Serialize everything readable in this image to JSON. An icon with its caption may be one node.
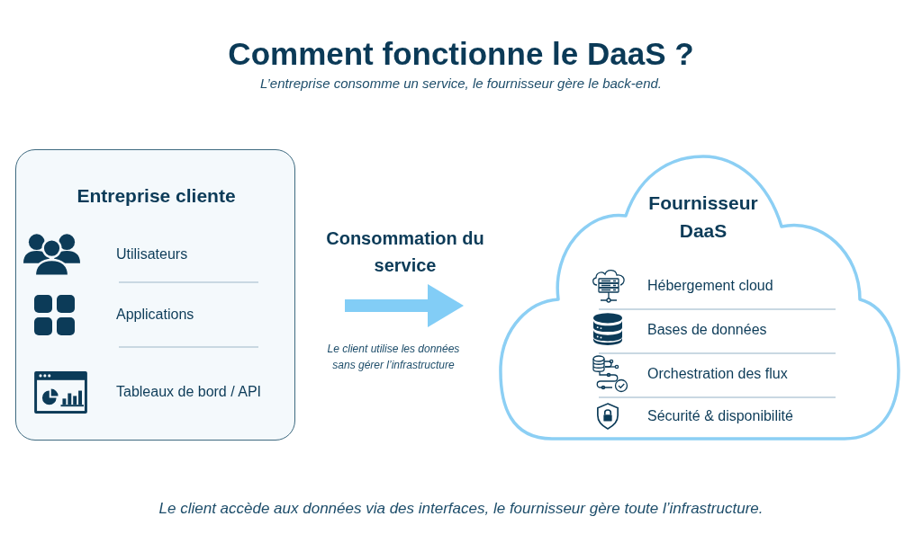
{
  "diagram": {
    "title": "Comment fonctionne le DaaS ?",
    "caption": "Le client accède aux données via des interfaces, le fournisseur gère toute l’infrastructure.",
    "nodes": [
      {
        "text": [
          "Entreprise cliente",
          "Utilisateurs",
          "Applications",
          "Tableaux de bord / API"
        ]
      },
      {
        "text": [
          "Fournisseur DaaS",
          "Hébergement cloud",
          "Bases de données",
          "Orchestration des flux",
          "Sécurité & disponibilité"
        ]
      }
    ],
    "edges": [
      {
        "from": 0,
        "to": 1,
        "arrow": "to",
        "label": "Consommation du service"
      }
    ],
    "labels": [
      "L’entreprise consomme un service, le fournisseur gère le back-end.",
      "Le client utilise les données sans gérer l’infrastructure"
    ]
  }
}
